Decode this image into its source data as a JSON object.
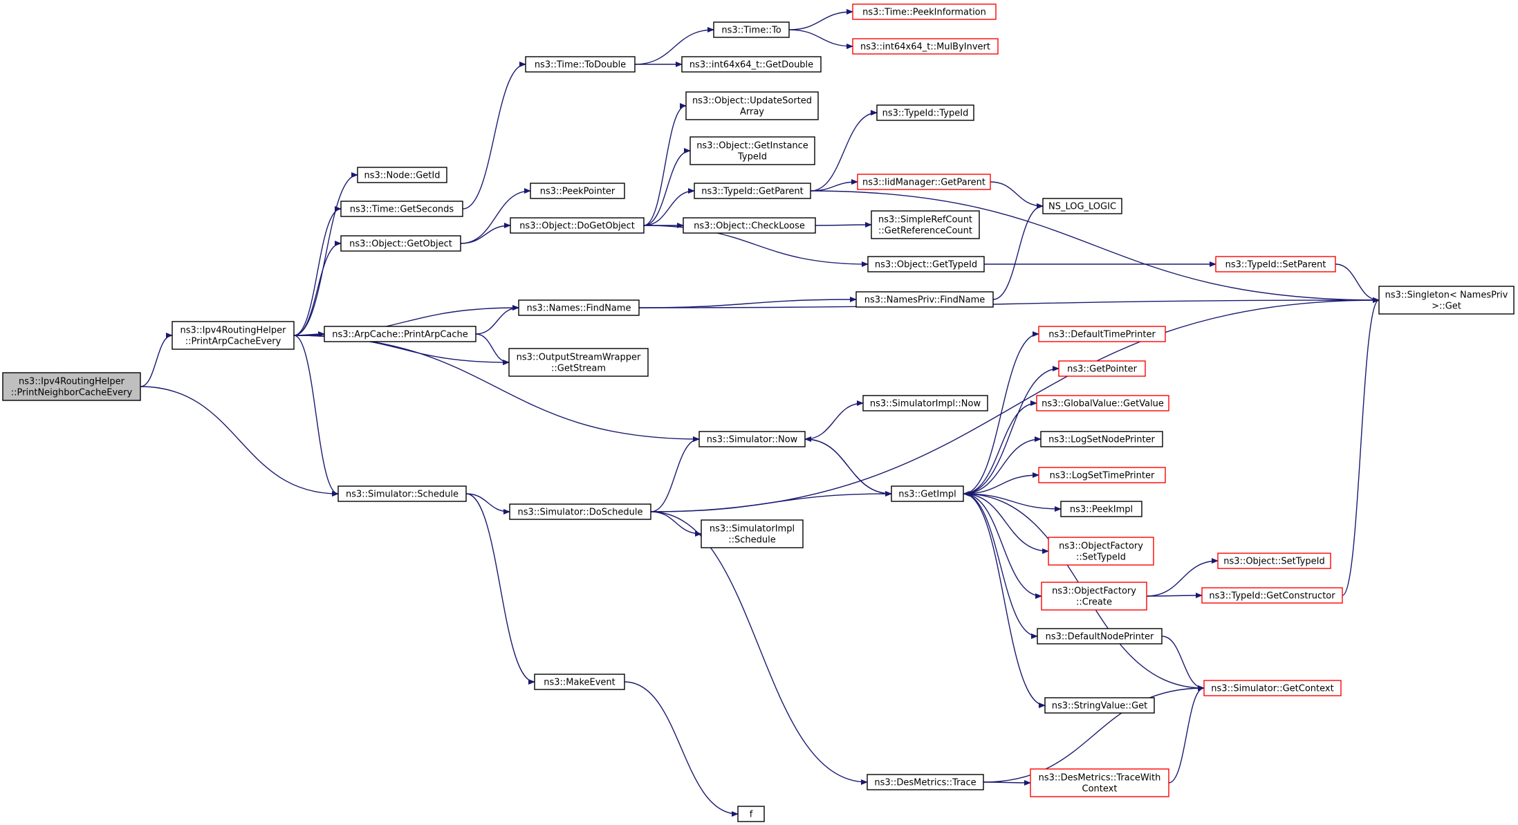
{
  "colors": {
    "edge": "#191970",
    "normal_border": "#000000",
    "truncated_border": "#ff0000",
    "root_fill": "#bfbfbf",
    "node_fill": "#ffffff"
  },
  "nodes": [
    {
      "id": "root",
      "lines": [
        "ns3::Ipv4RoutingHelper",
        "::PrintNeighborCacheEvery"
      ],
      "style": "root"
    },
    {
      "id": "pace",
      "lines": [
        "ns3::Ipv4RoutingHelper",
        "::PrintArpCacheEvery"
      ],
      "style": "normal"
    },
    {
      "id": "sched",
      "lines": [
        "ns3::Simulator::Schedule"
      ],
      "style": "normal"
    },
    {
      "id": "getid",
      "lines": [
        "ns3::Node::GetId"
      ],
      "style": "normal"
    },
    {
      "id": "getsec",
      "lines": [
        "ns3::Time::GetSeconds"
      ],
      "style": "normal"
    },
    {
      "id": "getobj",
      "lines": [
        "ns3::Object::GetObject"
      ],
      "style": "normal"
    },
    {
      "id": "arp",
      "lines": [
        "ns3::ArpCache::PrintArpCache"
      ],
      "style": "normal"
    },
    {
      "id": "findname",
      "lines": [
        "ns3::Names::FindName"
      ],
      "style": "normal"
    },
    {
      "id": "osw",
      "lines": [
        "ns3::OutputStreamWrapper",
        "::GetStream"
      ],
      "style": "normal"
    },
    {
      "id": "todouble",
      "lines": [
        "ns3::Time::ToDouble"
      ],
      "style": "normal"
    },
    {
      "id": "peekptr",
      "lines": [
        "ns3::PeekPointer"
      ],
      "style": "normal"
    },
    {
      "id": "dogetobj",
      "lines": [
        "ns3::Object::DoGetObject"
      ],
      "style": "normal"
    },
    {
      "id": "doschedule",
      "lines": [
        "ns3::Simulator::DoSchedule"
      ],
      "style": "normal"
    },
    {
      "id": "makeevent",
      "lines": [
        "ns3::MakeEvent"
      ],
      "style": "normal"
    },
    {
      "id": "timeto",
      "lines": [
        "ns3::Time::To"
      ],
      "style": "normal"
    },
    {
      "id": "getdouble",
      "lines": [
        "ns3::int64x64_t::GetDouble"
      ],
      "style": "normal"
    },
    {
      "id": "updsorted",
      "lines": [
        "ns3::Object::UpdateSorted",
        "Array"
      ],
      "style": "normal"
    },
    {
      "id": "getinst",
      "lines": [
        "ns3::Object::GetInstance",
        "TypeId"
      ],
      "style": "normal"
    },
    {
      "id": "tidparent",
      "lines": [
        "ns3::TypeId::GetParent"
      ],
      "style": "normal"
    },
    {
      "id": "checkloose",
      "lines": [
        "ns3::Object::CheckLoose"
      ],
      "style": "normal"
    },
    {
      "id": "gettypeid",
      "lines": [
        "ns3::Object::GetTypeId"
      ],
      "style": "normal"
    },
    {
      "id": "simnow",
      "lines": [
        "ns3::Simulator::Now"
      ],
      "style": "normal"
    },
    {
      "id": "simimplsched",
      "lines": [
        "ns3::SimulatorImpl",
        "::Schedule"
      ],
      "style": "normal"
    },
    {
      "id": "f",
      "lines": [
        "f"
      ],
      "style": "normal"
    },
    {
      "id": "dmtrace",
      "lines": [
        "ns3::DesMetrics::Trace"
      ],
      "style": "normal"
    },
    {
      "id": "peekinfo",
      "lines": [
        "ns3::Time::PeekInformation"
      ],
      "style": "truncated"
    },
    {
      "id": "mulbyinv",
      "lines": [
        "ns3::int64x64_t::MulByInvert"
      ],
      "style": "truncated"
    },
    {
      "id": "tidtid",
      "lines": [
        "ns3::TypeId::TypeId"
      ],
      "style": "normal"
    },
    {
      "id": "iidparent",
      "lines": [
        "ns3::IidManager::GetParent"
      ],
      "style": "truncated"
    },
    {
      "id": "simplerc",
      "lines": [
        "ns3::SimpleRefCount",
        "::GetReferenceCount"
      ],
      "style": "normal"
    },
    {
      "id": "nslog",
      "lines": [
        "NS_LOG_LOGIC"
      ],
      "style": "normal"
    },
    {
      "id": "npfind",
      "lines": [
        "ns3::NamesPriv::FindName"
      ],
      "style": "normal"
    },
    {
      "id": "simimplnow",
      "lines": [
        "ns3::SimulatorImpl::Now"
      ],
      "style": "normal"
    },
    {
      "id": "getimpl",
      "lines": [
        "ns3::GetImpl"
      ],
      "style": "normal"
    },
    {
      "id": "dmtwc",
      "lines": [
        "ns3::DesMetrics::TraceWith",
        "Context"
      ],
      "style": "truncated"
    },
    {
      "id": "tidsetparent",
      "lines": [
        "ns3::TypeId::SetParent"
      ],
      "style": "truncated"
    },
    {
      "id": "singleton",
      "lines": [
        "ns3::Singleton< NamesPriv",
        " >::Get"
      ],
      "style": "normal"
    },
    {
      "id": "deftime",
      "lines": [
        "ns3::DefaultTimePrinter"
      ],
      "style": "truncated"
    },
    {
      "id": "getpointer",
      "lines": [
        "ns3::GetPointer"
      ],
      "style": "truncated"
    },
    {
      "id": "gvget",
      "lines": [
        "ns3::GlobalValue::GetValue"
      ],
      "style": "truncated"
    },
    {
      "id": "lognode",
      "lines": [
        "ns3::LogSetNodePrinter"
      ],
      "style": "normal"
    },
    {
      "id": "logtime",
      "lines": [
        "ns3::LogSetTimePrinter"
      ],
      "style": "truncated"
    },
    {
      "id": "peekimpl",
      "lines": [
        "ns3::PeekImpl"
      ],
      "style": "normal"
    },
    {
      "id": "ofsettid",
      "lines": [
        "ns3::ObjectFactory",
        "::SetTypeId"
      ],
      "style": "truncated"
    },
    {
      "id": "ofcreate",
      "lines": [
        "ns3::ObjectFactory",
        "::Create"
      ],
      "style": "truncated"
    },
    {
      "id": "defnode",
      "lines": [
        "ns3::DefaultNodePrinter"
      ],
      "style": "normal"
    },
    {
      "id": "svget",
      "lines": [
        "ns3::StringValue::Get"
      ],
      "style": "normal"
    },
    {
      "id": "objsettid",
      "lines": [
        "ns3::Object::SetTypeId"
      ],
      "style": "truncated"
    },
    {
      "id": "tidgetctor",
      "lines": [
        "ns3::TypeId::GetConstructor"
      ],
      "style": "truncated"
    },
    {
      "id": "simgetctx",
      "lines": [
        "ns3::Simulator::GetContext"
      ],
      "style": "truncated"
    }
  ],
  "edges": [
    [
      "root",
      "pace"
    ],
    [
      "root",
      "sched"
    ],
    [
      "pace",
      "getid"
    ],
    [
      "pace",
      "getsec"
    ],
    [
      "pace",
      "getobj"
    ],
    [
      "pace",
      "arp"
    ],
    [
      "pace",
      "findname"
    ],
    [
      "pace",
      "osw"
    ],
    [
      "pace",
      "simnow"
    ],
    [
      "pace",
      "sched"
    ],
    [
      "getsec",
      "todouble"
    ],
    [
      "getobj",
      "peekptr"
    ],
    [
      "getobj",
      "dogetobj"
    ],
    [
      "arp",
      "findname"
    ],
    [
      "arp",
      "osw"
    ],
    [
      "findname",
      "npfind"
    ],
    [
      "findname",
      "singleton"
    ],
    [
      "todouble",
      "timeto"
    ],
    [
      "todouble",
      "getdouble"
    ],
    [
      "timeto",
      "peekinfo"
    ],
    [
      "timeto",
      "mulbyinv"
    ],
    [
      "dogetobj",
      "updsorted"
    ],
    [
      "dogetobj",
      "getinst"
    ],
    [
      "dogetobj",
      "tidparent"
    ],
    [
      "dogetobj",
      "checkloose"
    ],
    [
      "dogetobj",
      "gettypeid"
    ],
    [
      "tidparent",
      "tidtid"
    ],
    [
      "tidparent",
      "iidparent"
    ],
    [
      "tidparent",
      "singleton"
    ],
    [
      "iidparent",
      "nslog"
    ],
    [
      "checkloose",
      "simplerc"
    ],
    [
      "gettypeid",
      "tidsetparent"
    ],
    [
      "tidsetparent",
      "singleton"
    ],
    [
      "npfind",
      "nslog"
    ],
    [
      "sched",
      "doschedule"
    ],
    [
      "sched",
      "makeevent"
    ],
    [
      "doschedule",
      "simnow"
    ],
    [
      "doschedule",
      "getimpl"
    ],
    [
      "doschedule",
      "simimplsched"
    ],
    [
      "doschedule",
      "dmtrace"
    ],
    [
      "doschedule",
      "singleton"
    ],
    [
      "simnow",
      "simimplnow"
    ],
    [
      "simnow",
      "getimpl"
    ],
    [
      "makeevent",
      "f"
    ],
    [
      "getimpl",
      "deftime"
    ],
    [
      "getimpl",
      "getpointer"
    ],
    [
      "getimpl",
      "gvget"
    ],
    [
      "getimpl",
      "lognode"
    ],
    [
      "getimpl",
      "logtime"
    ],
    [
      "getimpl",
      "peekimpl"
    ],
    [
      "getimpl",
      "ofsettid"
    ],
    [
      "getimpl",
      "ofcreate"
    ],
    [
      "getimpl",
      "defnode"
    ],
    [
      "getimpl",
      "svget"
    ],
    [
      "getimpl",
      "simnow"
    ],
    [
      "ofcreate",
      "objsettid"
    ],
    [
      "ofcreate",
      "tidgetctor"
    ],
    [
      "tidgetctor",
      "singleton"
    ],
    [
      "defnode",
      "simgetctx"
    ],
    [
      "simgetctx",
      "getimpl"
    ],
    [
      "dmtrace",
      "dmtwc"
    ],
    [
      "dmtrace",
      "simgetctx"
    ],
    [
      "dmtwc",
      "simgetctx"
    ]
  ]
}
